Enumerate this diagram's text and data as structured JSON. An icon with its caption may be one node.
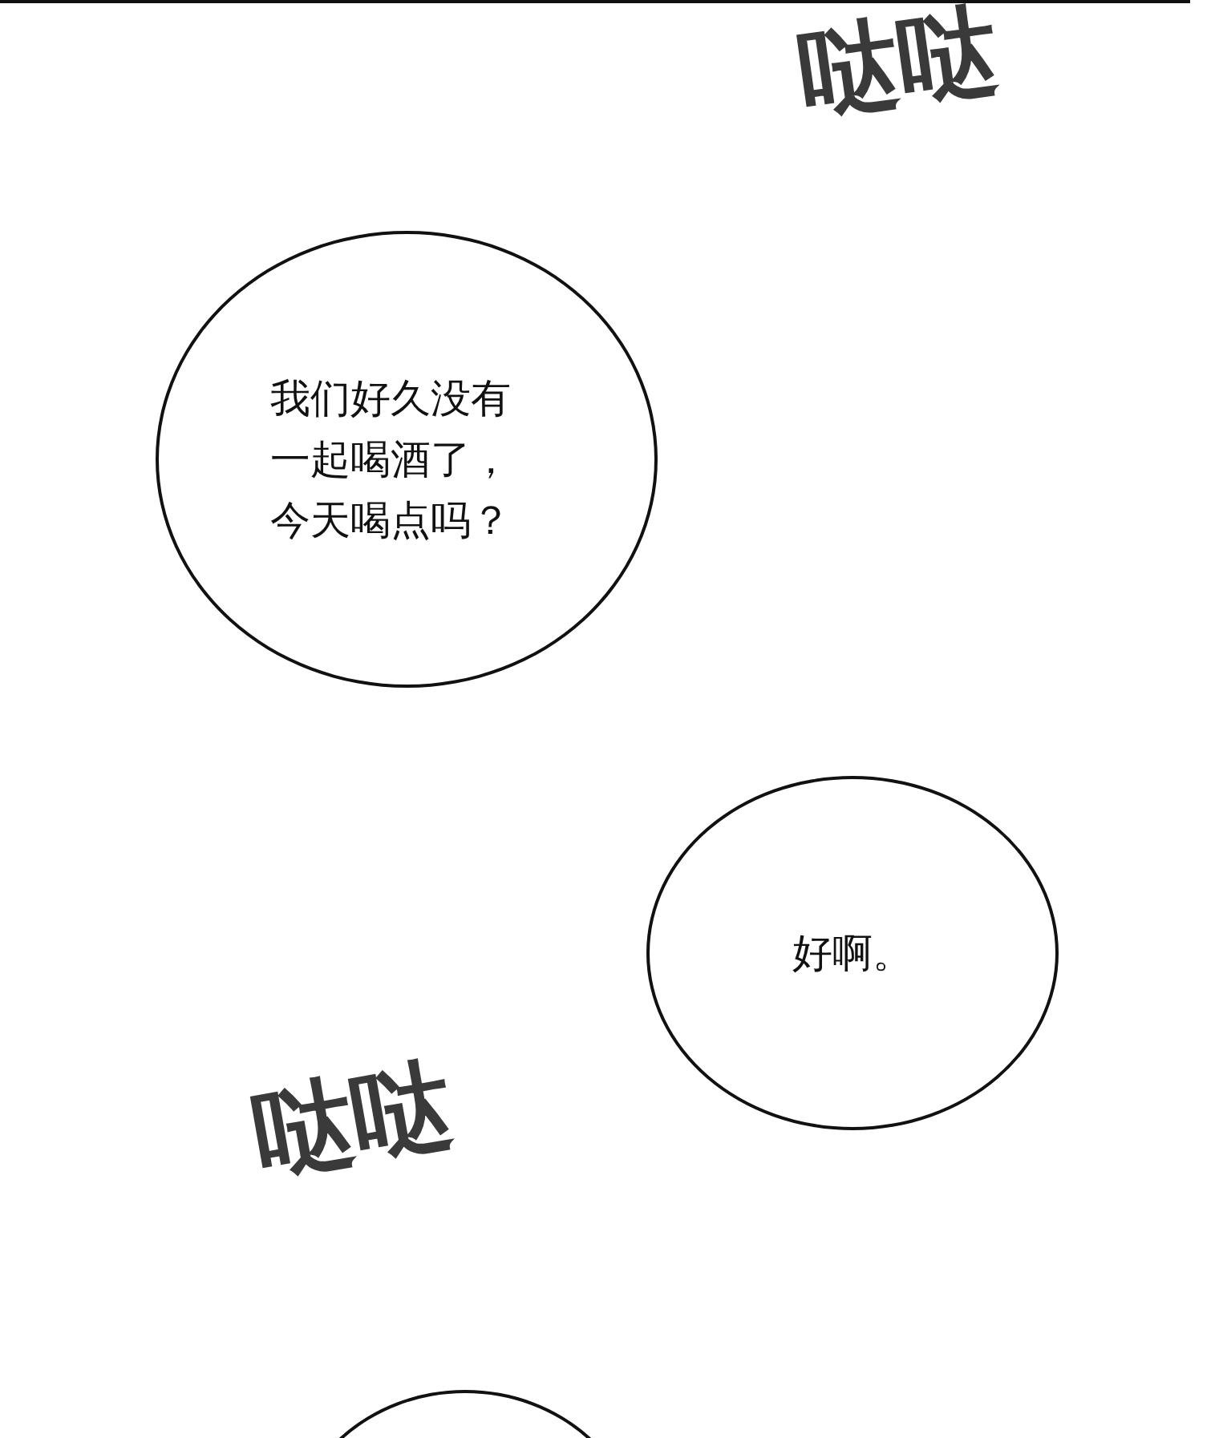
{
  "diagram": {
    "nodes": [
      {
        "text": [
          "我们好久没有一起喝酒了，今天喝点吗？"
        ]
      },
      {
        "text": [
          "好啊。"
        ]
      },
      {
        "text": [],
        "shape": "circle"
      }
    ],
    "labels": [
      "哒哒",
      "哒哒"
    ]
  }
}
